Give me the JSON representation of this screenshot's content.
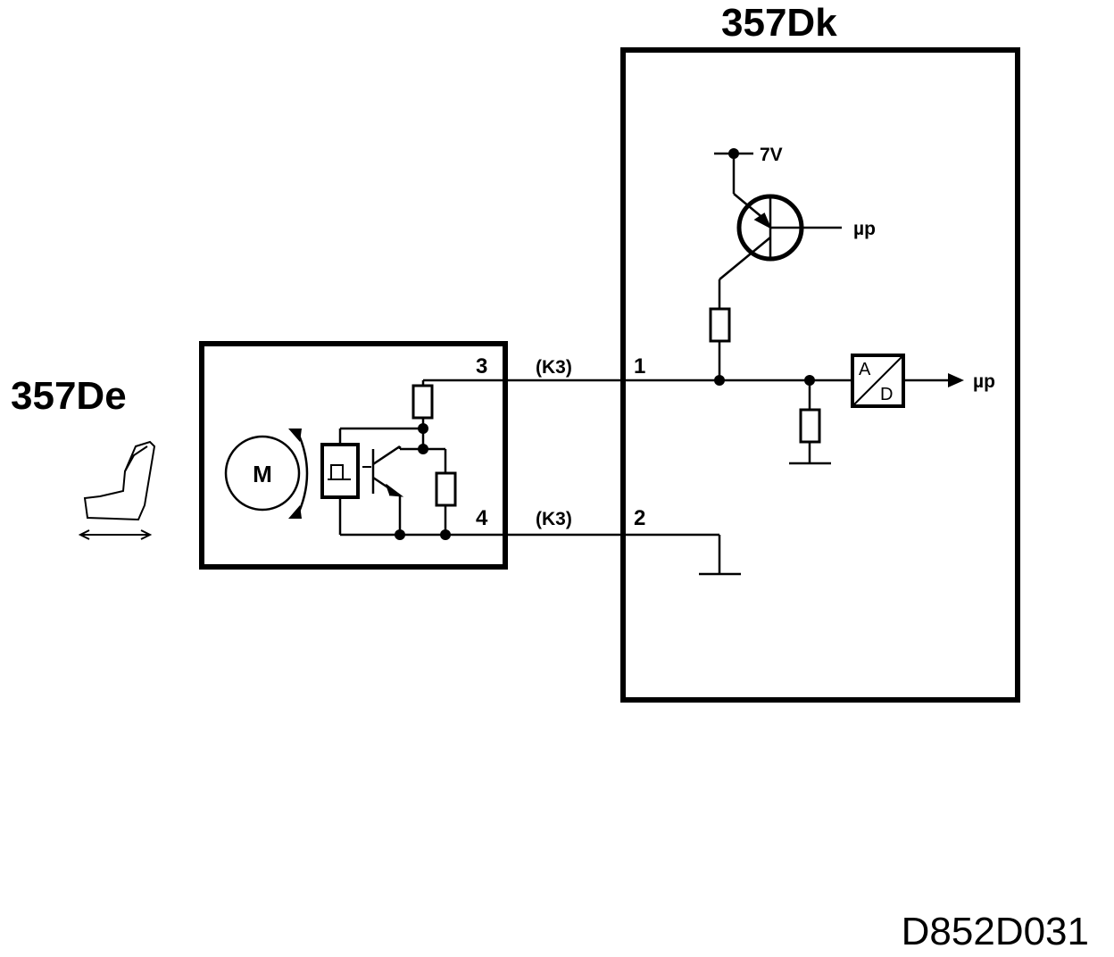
{
  "components": {
    "controller": {
      "label": "357Dk"
    },
    "seat_sensor": {
      "label": "357De"
    }
  },
  "pins": {
    "sensor_signal": "3",
    "sensor_ground": "4",
    "controller_signal": "1",
    "controller_ground": "2"
  },
  "connectors": {
    "signal_wire": "(K3)",
    "ground_wire": "(K3)"
  },
  "internal": {
    "supply_voltage": "7V",
    "transistor_output": "µp",
    "ad_converter_top": "A",
    "ad_converter_bottom": "D",
    "ad_output": "µp",
    "motor_label": "M"
  },
  "diagram_code": "D852D031"
}
